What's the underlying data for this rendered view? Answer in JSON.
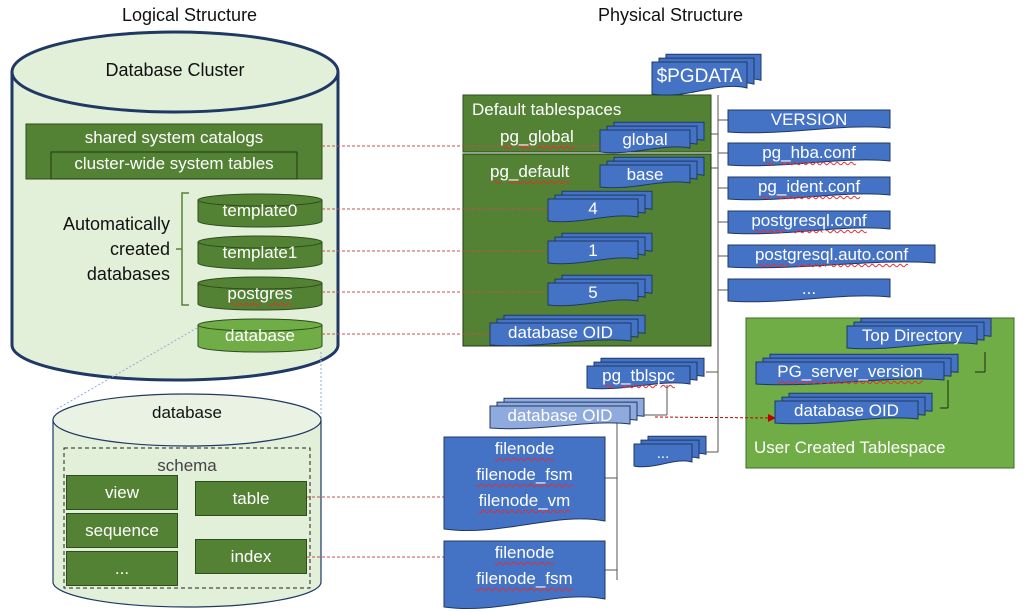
{
  "headings": {
    "logical": "Logical Structure",
    "physical": "Physical Structure"
  },
  "colors": {
    "dark_green": "#548235",
    "light_green": "#70ad47",
    "pale_green": "#e2efd9",
    "blue": "#4472c4",
    "light_blue": "#8faadc",
    "cylinder_outline": "#1f3864",
    "link_line": "#c0504d"
  },
  "logical": {
    "cluster_title": "Database Cluster",
    "shared_catalogs": "shared system catalogs",
    "cluster_tables": "cluster-wide system tables",
    "auto_label_lines": [
      "Automatically",
      "created",
      "databases"
    ],
    "databases": [
      {
        "name": "template0",
        "spell_underline": false
      },
      {
        "name": "template1",
        "spell_underline": false
      },
      {
        "name": "postgres",
        "spell_underline": true
      },
      {
        "name": "database",
        "spell_underline": false
      }
    ],
    "database_detail": {
      "title": "database",
      "schema_label": "schema",
      "left_objects": [
        "view",
        "sequence",
        "..."
      ],
      "right_objects": [
        "table",
        "index"
      ]
    }
  },
  "physical": {
    "root": "$PGDATA",
    "default_tablespaces_label": "Default tablespaces",
    "pg_global": "pg_global",
    "global_dir": "global",
    "pg_default": "pg_default",
    "base_dir": "base",
    "base_subdirs": [
      "4",
      "1",
      "5",
      "database OID"
    ],
    "files": [
      "VERSION",
      "pg_hba.conf",
      "pg_ident.conf",
      "postgresql.conf",
      "postgresql.auto.conf",
      "..."
    ],
    "tblspc": "pg_tblspc",
    "tblspc_link": "database OID",
    "more_dirs": "...",
    "table_files": [
      "filenode",
      "filenode_fsm",
      "filenode_vm"
    ],
    "index_files": [
      "filenode",
      "filenode_fsm"
    ],
    "user_tablespace": {
      "label": "User Created Tablespace",
      "top_directory": "Top Directory",
      "server_version": "PG_server_version",
      "database_oid": "database OID"
    }
  }
}
